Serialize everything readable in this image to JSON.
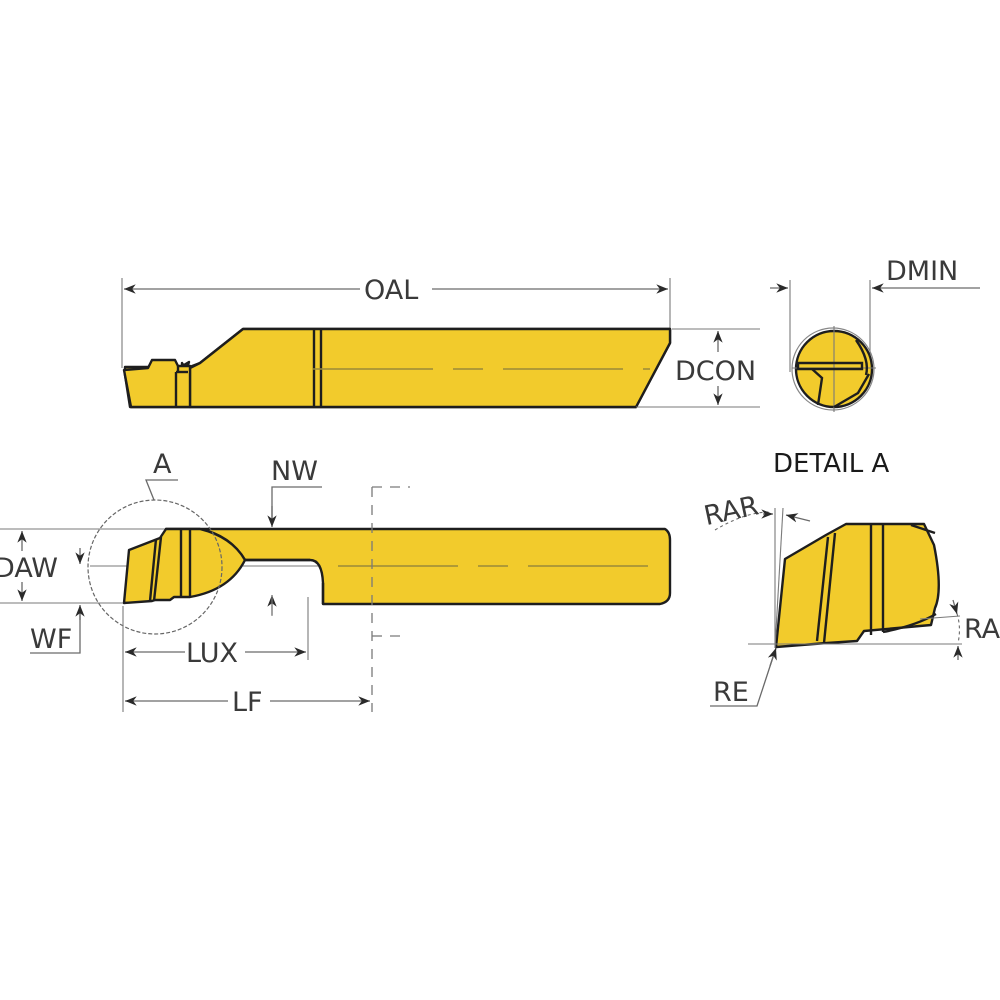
{
  "diagram": {
    "type": "technical-drawing",
    "subject": "Small boring / grooving tool bar with insert",
    "colors": {
      "tool_body": "#f2cb2c",
      "outline": "#1e1e1e",
      "dimension_lines": "#6a6a6a"
    },
    "views": {
      "side_view": {
        "dimensions": {
          "overall_length": "OAL",
          "connection_diameter": "DCON"
        }
      },
      "end_view": {
        "dimensions": {
          "minimum_bore_diameter": "DMIN"
        }
      },
      "top_view": {
        "detail_callout": "A",
        "dimensions": {
          "depth_of_cut": "DAW",
          "functional_width": "WF",
          "neck_width": "NW",
          "usable_length": "LUX",
          "functional_length": "LF"
        }
      },
      "detail_view": {
        "title": "DETAIL A",
        "dimensions": {
          "rake_angle_radial": "RAR",
          "rake_angle": "RA",
          "corner_radius": "RE"
        }
      }
    }
  }
}
